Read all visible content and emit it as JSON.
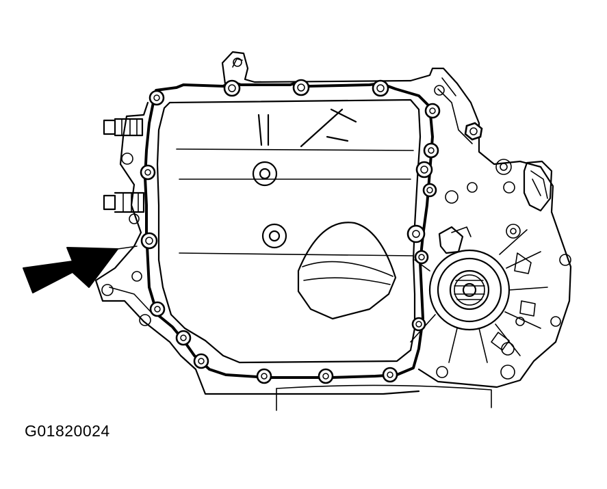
{
  "figure": {
    "caption": "G01820024",
    "colors": {
      "ink": "#000000",
      "paper": "#ffffff"
    },
    "callouts": [
      {
        "name": "arrow",
        "points_to": "oil-pan-gasket"
      }
    ]
  }
}
